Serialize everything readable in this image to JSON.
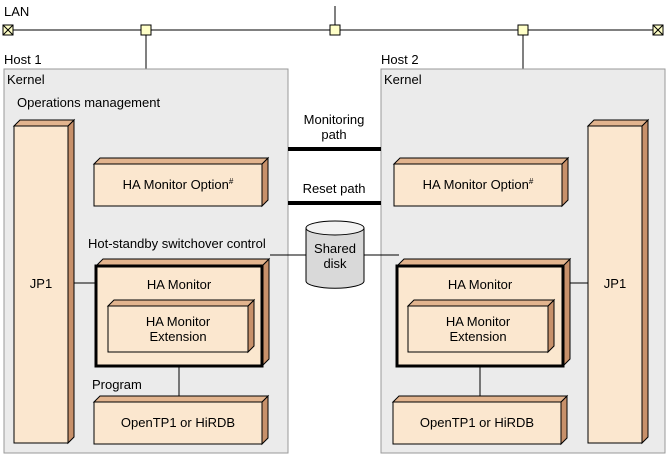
{
  "lan": {
    "label": "LAN"
  },
  "hosts": [
    {
      "title": "Host 1",
      "kernel": "Kernel"
    },
    {
      "title": "Host 2",
      "kernel": "Kernel"
    }
  ],
  "host1": {
    "ops_label": "Operations management",
    "jp1": "JP1",
    "ha_option": "HA Monitor Option",
    "ha_option_mark": "#",
    "hot_standby_label": "Hot-standby switchover control",
    "ha_monitor": "HA Monitor",
    "ha_ext_line1": "HA Monitor",
    "ha_ext_line2": "Extension",
    "program_label": "Program",
    "program": "OpenTP1 or HiRDB"
  },
  "host2": {
    "jp1": "JP1",
    "ha_option": "HA Monitor Option",
    "ha_option_mark": "#",
    "ha_monitor": "HA Monitor",
    "ha_ext_line1": "HA Monitor",
    "ha_ext_line2": "Extension",
    "program": "OpenTP1 or HiRDB"
  },
  "links": {
    "monitoring_line1": "Monitoring",
    "monitoring_line2": "path",
    "reset": "Reset path"
  },
  "shared_disk": {
    "line1": "Shared",
    "line2": "disk"
  },
  "colors": {
    "box_front": "#FBE7CF",
    "box_side": "#C7906A",
    "box_top": "#E2B48E",
    "host_bg": "#EBEBEB",
    "node_fill": "#FFFFC8"
  }
}
